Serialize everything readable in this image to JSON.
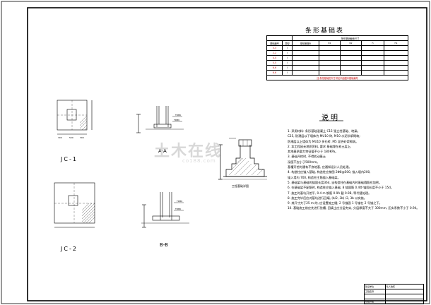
{
  "sheet": {
    "table_title": "条形基础表",
    "table_header_group": "条形基础截面尺寸",
    "table_col_headers": [
      "基础编号",
      "类型",
      "基础宽度B",
      "b1",
      "b2",
      "h",
      "h1"
    ],
    "table_rows": [
      {
        "id": "3-3",
        "type": "I"
      },
      {
        "id": "2-2",
        "type": "I"
      },
      {
        "id": "4-4",
        "type": "I"
      },
      {
        "id": "5-5",
        "type": "I"
      },
      {
        "id": "6-6",
        "type": "I"
      },
      {
        "id": "6-6",
        "type": "I"
      }
    ],
    "table_footnote": "注:条形基础的尺寸详见平面图中基础编号"
  },
  "views": {
    "jc1_label": "JC-1",
    "jc2_label": "JC-2",
    "aa_label": "A-A",
    "bb_label": "B-B",
    "strip_section_label": "工程基础详图"
  },
  "notes": {
    "title": "说明",
    "lines": [
      "1. 采用材料: 条形基础混凝土 C15 强立柱基础、地梁。",
      "   C25, 防潮层以下墙体为 MU10 砖, M10 水泥砂浆砌筑;",
      "   防潮层以上墙体为 MU10 多孔砖, M5 混合砂浆砌筑。",
      "2. 本工程因无地质资料, 要求 基础埋在老土层上,",
      "   其地基承载力特征值不小于 180KPa。",
      "3. 基础开挖时, 不得扰动基土",
      "   深度不应小于500mm。",
      "   基槽开挖时遇有不良地基, 应通知设计人员处理。",
      "4. 构造柱应锚入基础, 构造柱应按图 2Φ8@500, 锚入墙内200,",
      "   锚入墙内 700, 构造柱主筋锚入基础梁。",
      "5. 基础梁与基础的锚固长度36d, 当构造柱在基础内时基础箍筋应加密。",
      "6. 在基础梁不配筋时, 构造柱应锚入基础, 8 锚固筋 0.4Ф 锚固长度不小于 15d。",
      "7. 施工时基坑开挖平, 0.4 m 钢筋 0.9A 截 0.9B, 等代替处理。",
      "8. 施工完毕后应对基坑进行回填, (b/2, 3b) /2, 3b 以实施。",
      "9. 其尺寸大于25 m 的, 应设置施工缝; 2 号锚固 1 号锚在 2 号锚之下。",
      "10. 基础施工前应先进行验槽, 回填土应分层夯实, 分层厚度不大于 300mm, 压实系数不小于 0.94。"
    ]
  },
  "watermark": {
    "text": "土木在线",
    "sub": "co188.com"
  },
  "title_block": {
    "rows": [
      [
        "建设单位",
        "私人独栋"
      ],
      [
        "工程名称",
        ""
      ],
      [
        "",
        ""
      ],
      [
        "基础详图",
        ""
      ],
      [
        "",
        ""
      ]
    ]
  }
}
